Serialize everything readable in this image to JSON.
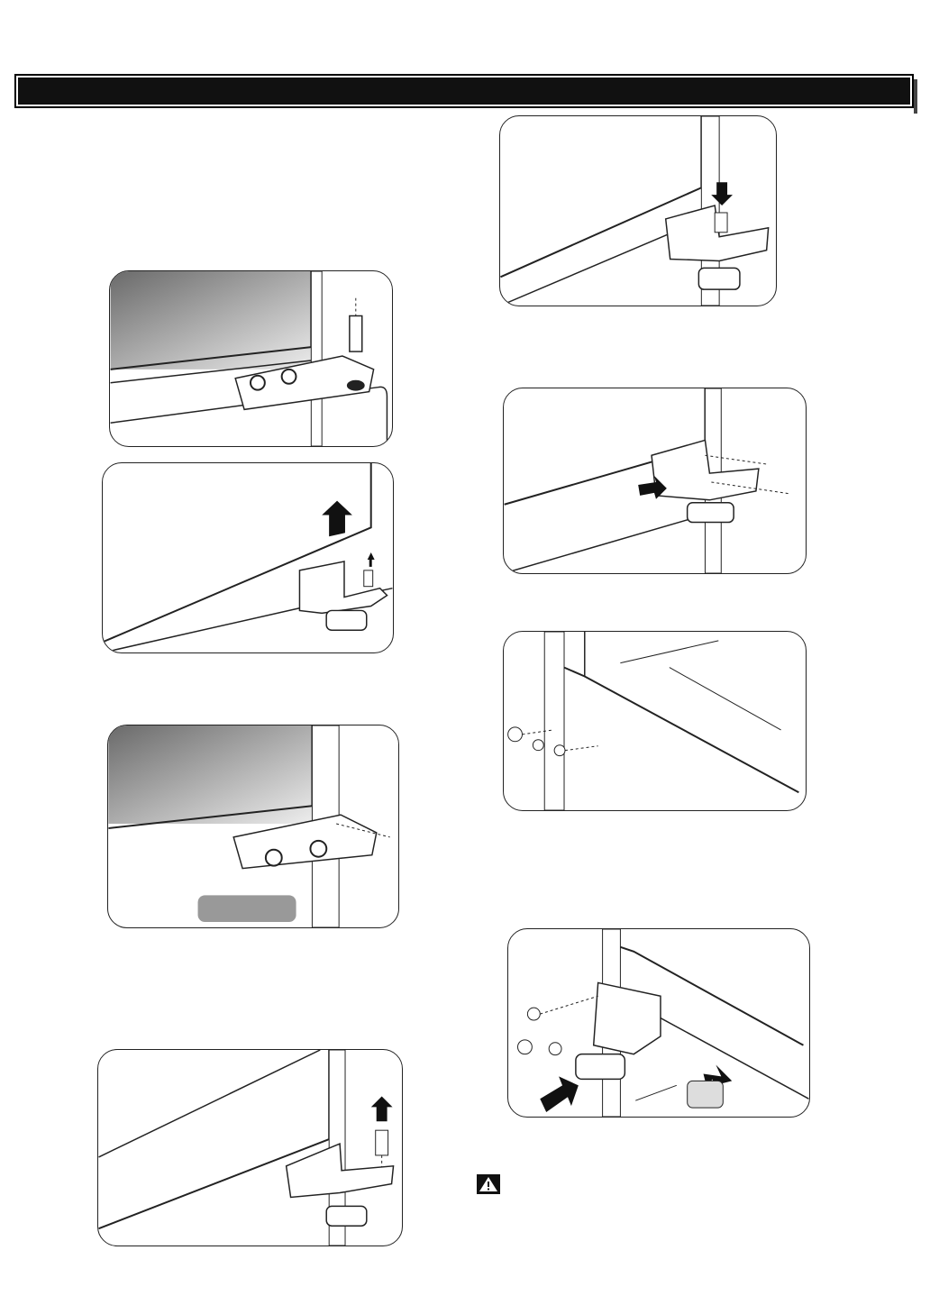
{
  "page": {
    "header_bar": {
      "color": "#111111",
      "text": ""
    },
    "icons": {
      "warning": "warning-triangle-icon"
    },
    "figures": [
      {
        "id": "fig-1",
        "depicts": "hinge-pin-removal"
      },
      {
        "id": "fig-2",
        "depicts": "lift-door"
      },
      {
        "id": "fig-3",
        "depicts": "remove-hinge-screws"
      },
      {
        "id": "fig-4",
        "depicts": "remove-hinge-pin"
      },
      {
        "id": "fig-5",
        "depicts": "insert-hinge-pin"
      },
      {
        "id": "fig-6",
        "depicts": "attach-hinge-bracket"
      },
      {
        "id": "fig-7",
        "depicts": "move-cap-screws"
      },
      {
        "id": "fig-8",
        "depicts": "mount-bracket-other-side"
      }
    ]
  }
}
